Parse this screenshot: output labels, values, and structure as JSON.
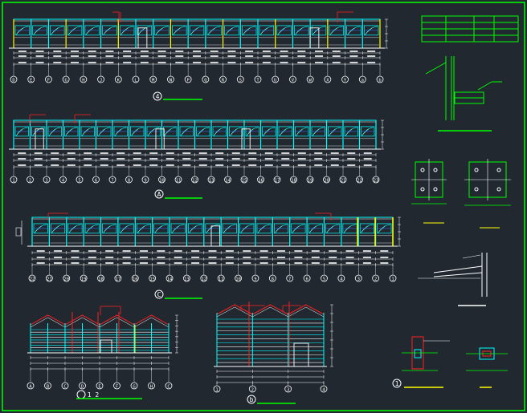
{
  "sheet": {
    "background": "#212830",
    "colors": {
      "frame": "#00ff00",
      "cyan": "#00ffff",
      "yellow": "#ffff00",
      "red": "#ff2020",
      "white": "#ffffff",
      "blue": "#3a6cff",
      "magenta": "#ff00ff"
    }
  },
  "elevations": {
    "top": {
      "axes": [
        "D",
        "E",
        "F",
        "G",
        "H",
        "J",
        "K",
        "L",
        "M",
        "N",
        "P",
        "Q",
        "R",
        "S",
        "T",
        "U",
        "V",
        "W",
        "X",
        "Y",
        "a",
        "b"
      ],
      "caption": "4"
    },
    "middle": {
      "axes": [
        "1",
        "2",
        "3",
        "4",
        "5",
        "6",
        "7",
        "8",
        "9",
        "10",
        "11",
        "12",
        "13",
        "14",
        "15",
        "16",
        "17",
        "18",
        "19",
        "20",
        "21",
        "22",
        "23"
      ],
      "caption": "A"
    },
    "lower": {
      "axes": [
        "22",
        "21",
        "20",
        "19",
        "18",
        "17",
        "16",
        "15",
        "14",
        "13",
        "12",
        "11",
        "10",
        "9",
        "8",
        "7",
        "6",
        "5",
        "4",
        "3",
        "2",
        "1"
      ],
      "caption": "C"
    }
  },
  "gable_left": {
    "axes": [
      "A",
      "B",
      "C",
      "D",
      "E",
      "F",
      "G",
      "H",
      "C"
    ],
    "caption": "1 2"
  },
  "gable_right": {
    "axes": [
      "1",
      "2",
      "3",
      "4"
    ],
    "caption": "b"
  },
  "details": {
    "bottom_mark": "1"
  }
}
